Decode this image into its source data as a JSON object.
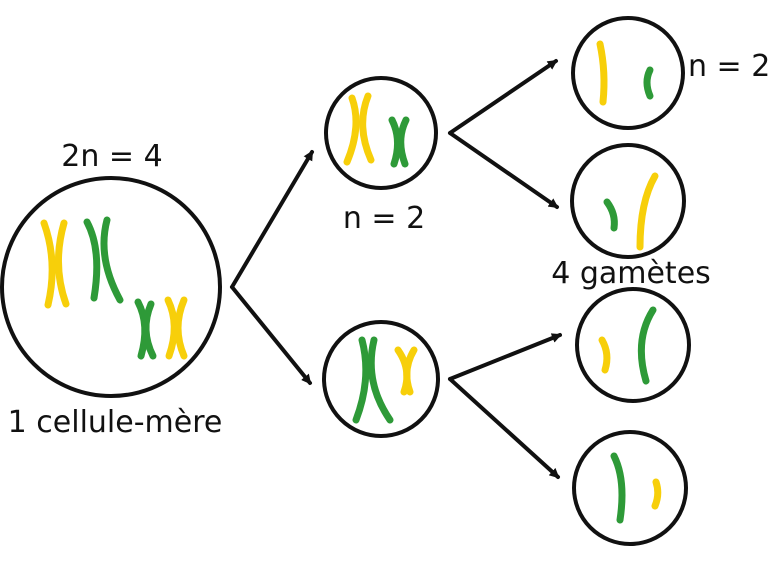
{
  "labels": {
    "mother_ploidy": "2n = 4",
    "mother_cell": "1 cellule-mère",
    "daughter_ploidy": "n = 2",
    "gamete_ploidy": "n = 2",
    "gametes": "4 gamètes"
  },
  "colors": {
    "yellow_chromosome": "#f7cf0a",
    "green_chromosome": "#2e9a38",
    "outline": "#111111"
  }
}
